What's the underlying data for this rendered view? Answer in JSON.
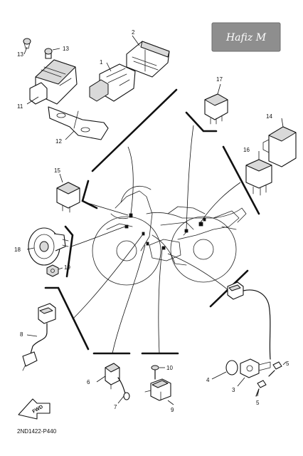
{
  "watermark": {
    "text": "Hafiz M"
  },
  "diagram_code": "2ND1422-P440",
  "direction_label": "FWD",
  "callouts": {
    "n1": "1",
    "n2": "2",
    "n3": "3",
    "n4": "4",
    "n5a": "5",
    "n5b": "5",
    "n6": "6",
    "n7": "7",
    "n8": "8",
    "n9": "9",
    "n10": "10",
    "n11": "11",
    "n12": "12",
    "n13a": "13",
    "n13b": "13",
    "n14": "14",
    "n15": "15",
    "n16": "16",
    "n17": "17",
    "n18": "18",
    "n19": "19"
  }
}
